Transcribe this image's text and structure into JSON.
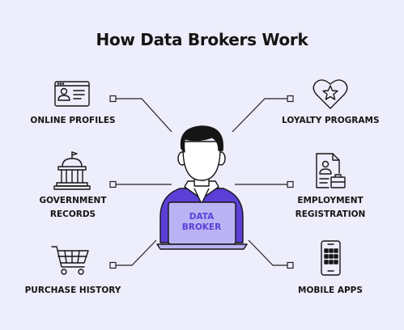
{
  "title": "How Data Brokers Work",
  "labels": {
    "online_profiles": "ONLINE PROFILES",
    "government_records_line1": "GOVERNMENT",
    "government_records_line2": "RECORDS",
    "purchase_history": "PURCHASE HISTORY",
    "loyalty_programs": "LOYALTY PROGRAMS",
    "employment_registration_line1": "EMPLOYMENT",
    "employment_registration_line2": "REGISTRATION",
    "mobile_apps": "MOBILE APPS"
  },
  "center": {
    "screen_line1": "DATA",
    "screen_line2": "BROKER"
  },
  "icons": [
    "profile-card-icon",
    "government-building-icon",
    "shopping-cart-icon",
    "heart-star-icon",
    "employment-document-icon",
    "mobile-phone-icon"
  ],
  "colors": {
    "background": "#EDEDFB",
    "accent_purple": "#5B3FD6",
    "laptop_fill": "#B9B3F4",
    "ink": "#151515"
  }
}
